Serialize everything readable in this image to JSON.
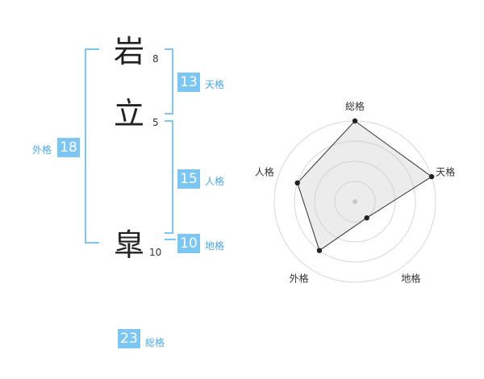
{
  "name": {
    "chars": [
      {
        "char": "岩",
        "strokes": "8"
      },
      {
        "char": "立",
        "strokes": "5"
      },
      {
        "char": "皐",
        "strokes": "10"
      }
    ]
  },
  "kaku": {
    "tenkaku": {
      "value": "13",
      "label": "天格"
    },
    "jinkaku": {
      "value": "15",
      "label": "人格"
    },
    "chikaku": {
      "value": "10",
      "label": "地格"
    },
    "gaikaku": {
      "value": "18",
      "label": "外格"
    },
    "soukaku": {
      "value": "23",
      "label": "総格"
    }
  },
  "colors": {
    "accent": "#7cc6f3",
    "accent_text": "#4aa8e4"
  },
  "chart_data": {
    "type": "radar",
    "axes": [
      "総格",
      "天格",
      "地格",
      "外格",
      "人格"
    ],
    "values": [
      4,
      4,
      1,
      3,
      3
    ],
    "max": 4,
    "rings": 4
  }
}
